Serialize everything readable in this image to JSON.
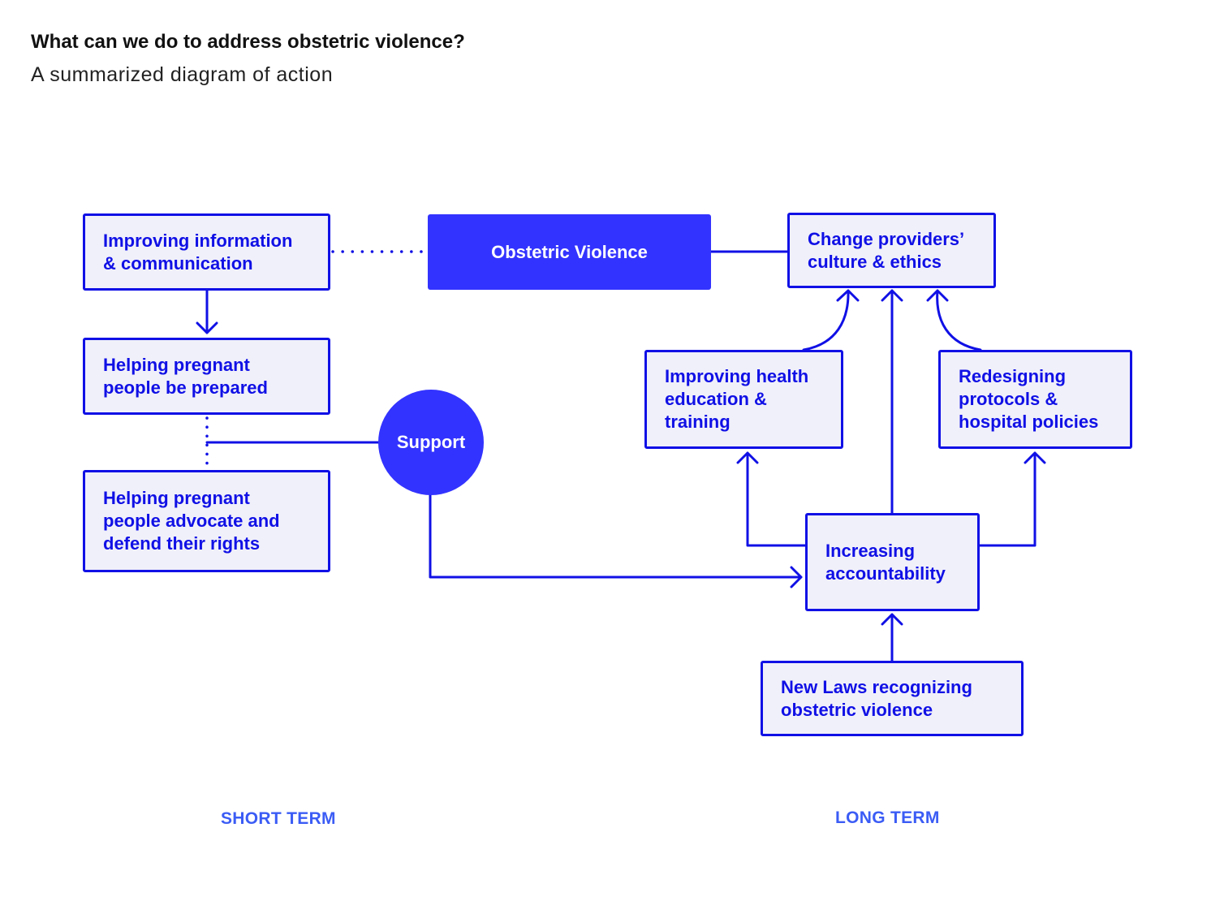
{
  "header": {
    "title": "What can we do to address obstetric violence?",
    "subtitle": "A summarized diagram of action"
  },
  "nodes": {
    "info": "Improving information\n& communication",
    "core": "Obstetric Violence",
    "culture": "Change providers’\nculture & ethics",
    "prepared": "Helping pregnant\npeople be prepared",
    "support": "Support",
    "advocate": "Helping pregnant\npeople advocate and\ndefend their rights",
    "education": "Improving health\neducation &\ntraining",
    "protocols": "Redesigning\nprotocols &\nhospital policies",
    "accountability": "Increasing\naccountability",
    "laws": "New Laws recognizing\nobstetric violence"
  },
  "footer": {
    "short_term": "SHORT TERM",
    "long_term": "LONG TERM"
  },
  "colors": {
    "accent": "#1010e6",
    "node_fill": "#f0f0fa",
    "core_fill": "#3333ff",
    "term_label": "#3b5cf5"
  }
}
